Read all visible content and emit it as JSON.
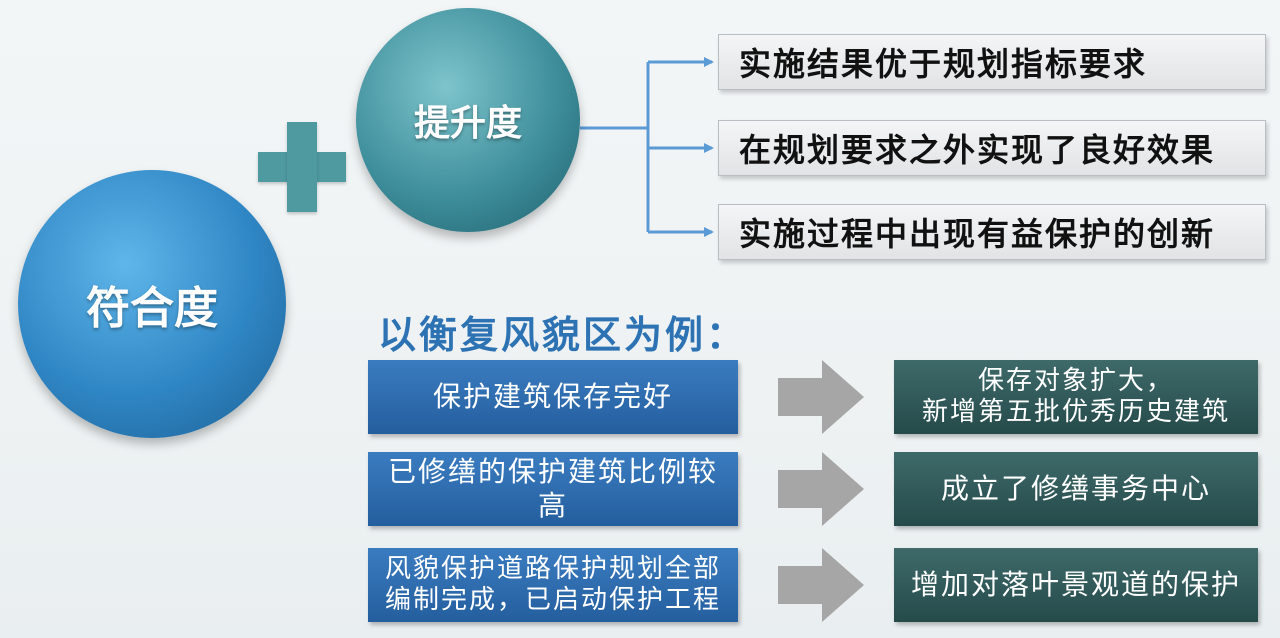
{
  "diagram": {
    "main_circle": "符合度",
    "up_circle": "提升度",
    "branches": [
      "实施结果优于规划指标要求",
      "在规划要求之外实现了良好效果",
      "实施过程中出现有益保护的创新"
    ],
    "example_title": "以衡复风貌区为例：",
    "rows": [
      {
        "left": "保护建筑保存完好",
        "right": "保存对象扩大，\n新增第五批优秀历史建筑"
      },
      {
        "left": "已修缮的保护建筑比例较高",
        "right": "成立了修缮事务中心"
      },
      {
        "left": "风貌保护道路保护规划全部\n编制完成，已启动保护工程",
        "right": "增加对落叶景观道的保护"
      }
    ]
  },
  "colors": {
    "main_circle": "#2f86c4",
    "up_circle": "#3f8f9c",
    "plus": "#4e9aa0",
    "connector": "#5b9bd5",
    "left_box": "#2d6aad",
    "right_box": "#2f5757",
    "arrow": "#a6a6a6",
    "example_title": "#2d72b3"
  }
}
